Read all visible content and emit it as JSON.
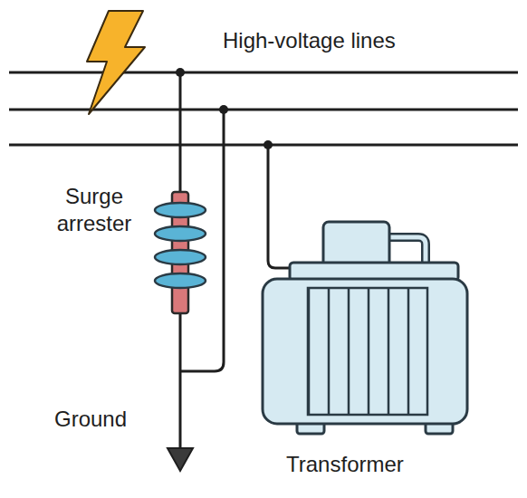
{
  "diagram": {
    "labels": [
      "High-voltage lines",
      "Surge arrester",
      "Ground",
      "Transformer"
    ]
  }
}
